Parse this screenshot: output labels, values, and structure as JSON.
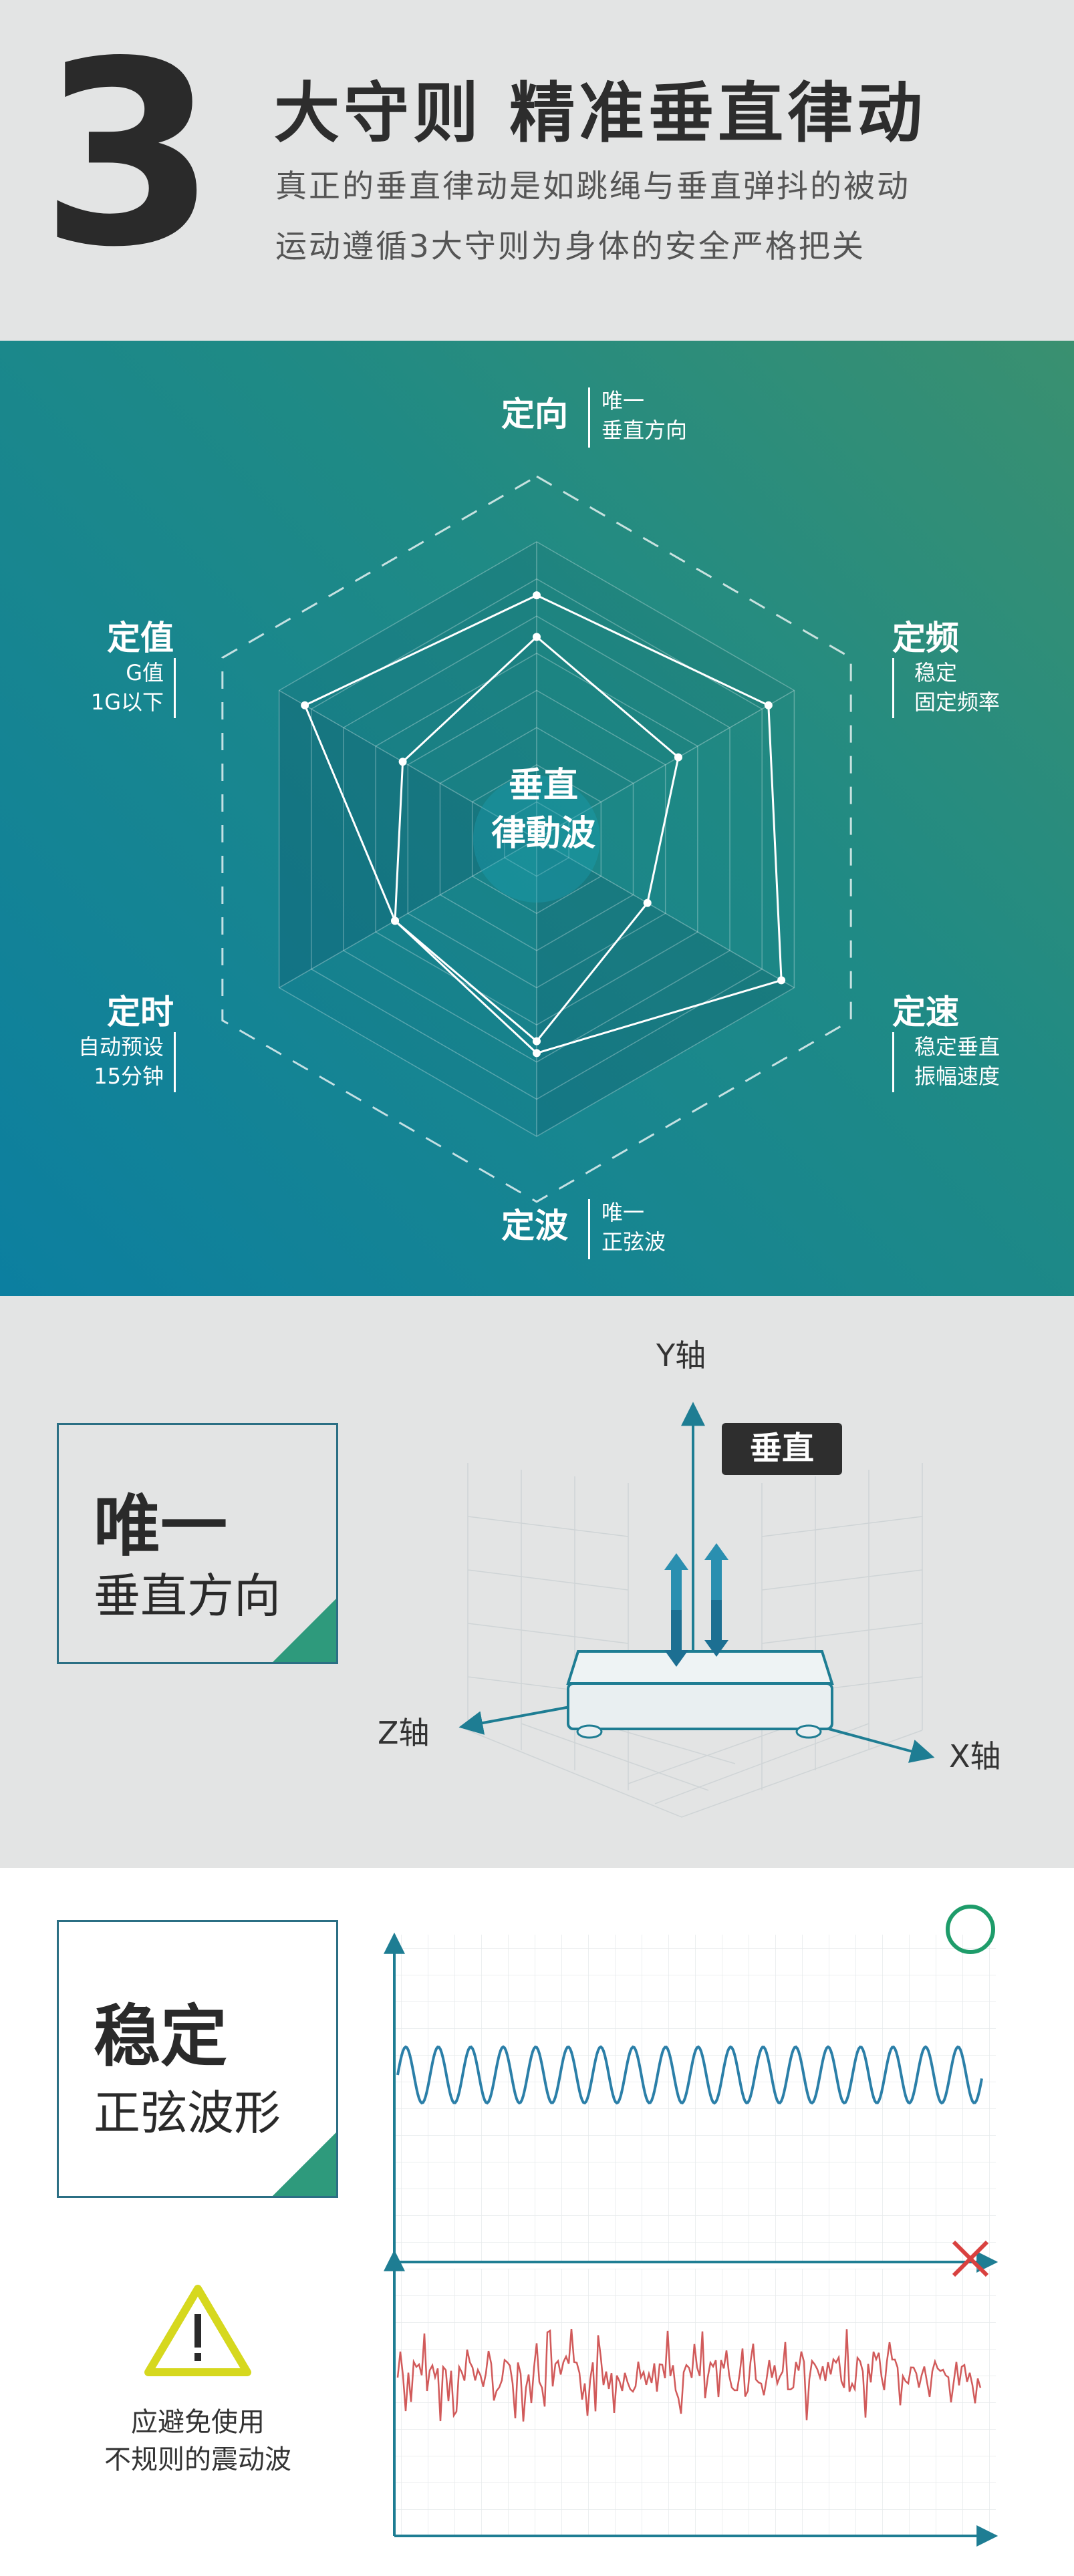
{
  "header": {
    "number": "3",
    "title": "大守则 精准垂直律动",
    "subtitle_line1": "真正的垂直律动是如跳绳与垂直弹抖的被动",
    "subtitle_line2": "运动遵循3大守则为身体的安全严格把关"
  },
  "radar": {
    "center_line1": "垂直",
    "center_line2": "律動波",
    "axes": [
      {
        "id": "direction",
        "label": "定向",
        "desc_line1": "唯一",
        "desc_line2": "垂直方向",
        "value": 0.82
      },
      {
        "id": "frequency",
        "label": "定频",
        "desc_line1": "稳定",
        "desc_line2": "固定频率",
        "value": 0.9
      },
      {
        "id": "speed",
        "label": "定速",
        "desc_line1": "稳定垂直",
        "desc_line2": "振幅速度",
        "value": 0.95
      },
      {
        "id": "wave",
        "label": "定波",
        "desc_line1": "唯一",
        "desc_line2": "正弦波",
        "value": 0.72
      },
      {
        "id": "timer",
        "label": "定时",
        "desc_line1": "自动预设",
        "desc_line2": "15分钟",
        "value": 0.55
      },
      {
        "id": "value",
        "label": "定值",
        "desc_line1": "G值",
        "desc_line2": "1G以下",
        "value": 0.9
      }
    ],
    "inner_values": [
      0.68,
      0.55,
      0.43,
      0.68,
      0.55,
      0.52
    ]
  },
  "axis_section": {
    "box_line1": "唯一",
    "box_line2": "垂直方向",
    "y_label": "Y轴",
    "x_label": "X轴",
    "z_label": "Z轴",
    "tag_label": "垂直",
    "colors": {
      "accent": "#1e7d93",
      "arrow": "#2a8fb0",
      "tag_bg": "#2e2e2e"
    }
  },
  "wave_section": {
    "box_line1": "稳定",
    "box_line2": "正弦波形",
    "good_mark": "circle-icon",
    "bad_mark": "cross-icon",
    "warning_line1": "应避免使用",
    "warning_line2": "不规则的震动波",
    "colors": {
      "good": "#1e9c6a",
      "bad": "#d9413f",
      "sine": "#2b7fa8",
      "noise": "#d15a5a",
      "warning": "#d6d81e"
    }
  }
}
